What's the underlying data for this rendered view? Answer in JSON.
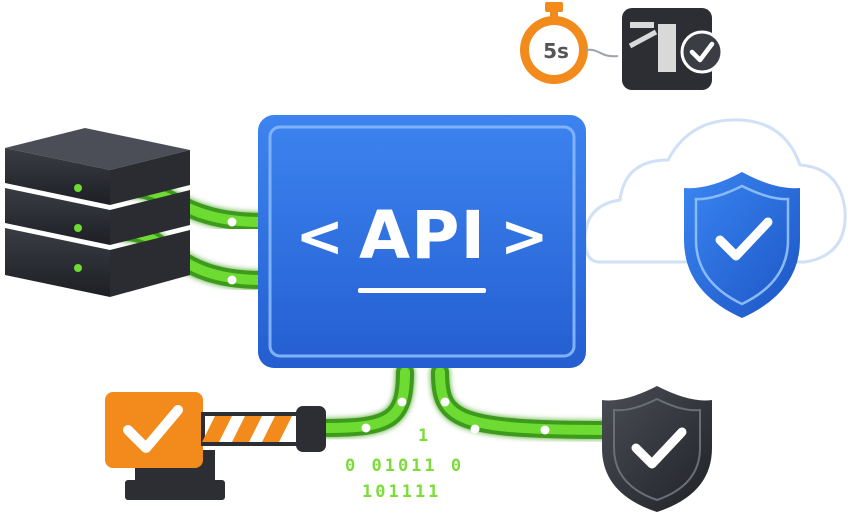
{
  "api_box": {
    "open_bracket": "<",
    "label": "API",
    "close_bracket": ">"
  },
  "timer": {
    "label": "5s"
  },
  "binary": {
    "lines": [
      "1",
      "0 01011 0",
      "101111"
    ]
  },
  "colors": {
    "api_blue": "#2f6fe0",
    "pipe_green": "#5fd02a",
    "server_dark": "#2c2e33",
    "shield_blue": "#2566d8",
    "shield_dark": "#2b2d33",
    "gate_orange": "#f28a1c",
    "timer_orange": "#f28a1c",
    "cloud_outline": "#cfe0f7"
  },
  "icons": [
    "server-stack-icon",
    "cloud-icon",
    "shield-check-icon",
    "stopwatch-icon",
    "gate-check-icon",
    "barrier-gate-icon",
    "shield-check-dark-icon"
  ]
}
